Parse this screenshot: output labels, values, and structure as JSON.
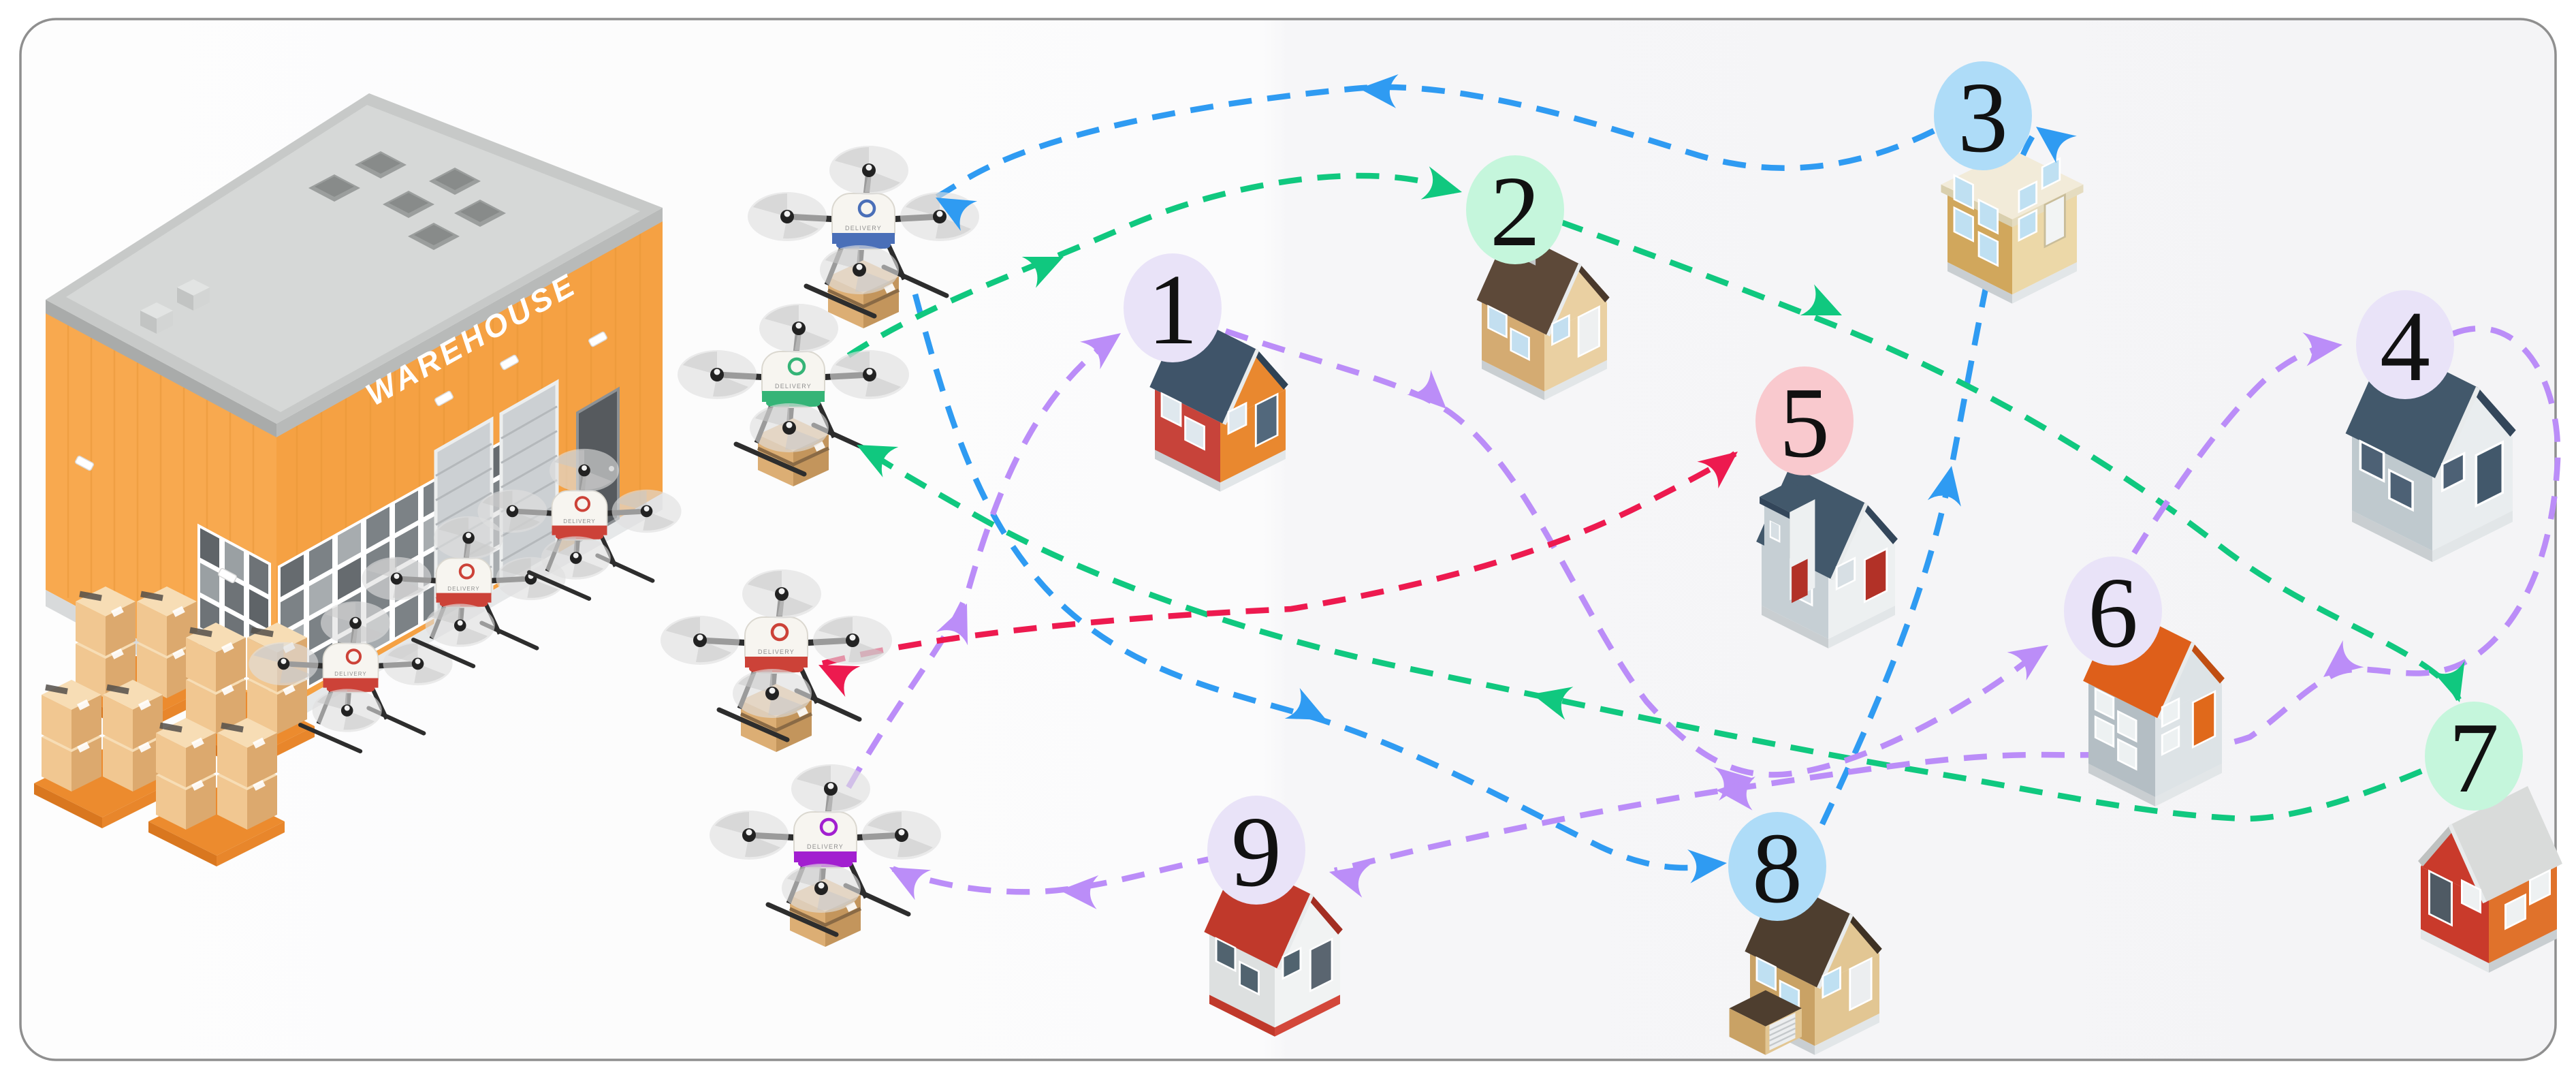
{
  "scene": {
    "description": "Drone delivery routing illustration",
    "background": "#fafafa",
    "panel_border_color": "#8f8f8f"
  },
  "warehouse": {
    "label": "WAREHOUSE",
    "wall_color": "#f6a348",
    "roof_color": "#c7c9c8"
  },
  "drone_label": "DELIVERY",
  "depot": {
    "waiting_drones": 3,
    "pallet_stacks": 4
  },
  "houses": [
    {
      "id": 1,
      "number": "1",
      "badge_color": "#e9e3f8",
      "palette": {
        "wallL": "#c7433a",
        "wallR": "#e9882f",
        "roof": "#3f5469",
        "roof2": "#2f4254",
        "door": "#52687c",
        "win": "#dfe8ee"
      }
    },
    {
      "id": 2,
      "number": "2",
      "badge_color": "#c5f6dc",
      "palette": {
        "wallL": "#d4ab72",
        "wallR": "#ead0a2",
        "roof": "#5d4939",
        "roof2": "#4a392c",
        "door": "#eef0f1",
        "win": "#c3dff0"
      }
    },
    {
      "id": 3,
      "number": "3",
      "badge_color": "#aedcf8",
      "palette": {
        "wallL": "#d1a75c",
        "wallR": "#ecd8a8",
        "roof": "#f2ebd9",
        "roof2": "#d9cfae",
        "door": "#f2f4f4",
        "win": "#bfe0f2"
      }
    },
    {
      "id": 4,
      "number": "4",
      "badge_color": "#e9e3f8",
      "palette": {
        "wallL": "#bfc9ce",
        "wallR": "#e9edef",
        "roof": "#42586b",
        "roof2": "#33465a",
        "door": "#42586b",
        "win": "#4d6175"
      }
    },
    {
      "id": 5,
      "number": "5",
      "badge_color": "#f9c9ce",
      "palette": {
        "wallL": "#c6cfd4",
        "wallR": "#edf0f1",
        "roof": "#42586b",
        "roof2": "#33465a",
        "door": "#b23127",
        "win": "#d7dfe4"
      }
    },
    {
      "id": 6,
      "number": "6",
      "badge_color": "#e9e3f8",
      "palette": {
        "wallL": "#b4bec4",
        "wallR": "#dde3e6",
        "roof": "#de5f1a",
        "roof2": "#c04e12",
        "door": "#e0691b",
        "win": "#edf1f2"
      }
    },
    {
      "id": 7,
      "number": "7",
      "badge_color": "#c5f6dc",
      "palette": {
        "wallL": "#e0722b",
        "wallR": "#c93a2b",
        "roof": "#d9dbda",
        "roof2": "#bfc2c1",
        "door": "#4f5a64",
        "win": "#eef1f2"
      }
    },
    {
      "id": 8,
      "number": "8",
      "badge_color": "#aedcf8",
      "palette": {
        "wallL": "#c9a265",
        "wallR": "#e2c693",
        "roof": "#4e3e2f",
        "roof2": "#3e3124",
        "door": "#eceef0",
        "win": "#bfe0f2"
      }
    },
    {
      "id": 9,
      "number": "9",
      "badge_color": "#e9e3f8",
      "palette": {
        "wallL": "#dde0e0",
        "wallR": "#f1f3f3",
        "roof": "#c0392b",
        "roof2": "#a32e22",
        "door": "#5a6570",
        "win": "#51636f"
      }
    }
  ],
  "drones": [
    {
      "id": "drone-blue",
      "stripe": "#4a6fb8",
      "package": true
    },
    {
      "id": "drone-green",
      "stripe": "#35b477",
      "package": true
    },
    {
      "id": "drone-red",
      "stripe": "#cc4238",
      "package": true
    },
    {
      "id": "drone-purple",
      "stripe": "#a21fd0",
      "package": true
    },
    {
      "id": "drone-queue-1",
      "stripe": "#cc4238",
      "package": false
    },
    {
      "id": "drone-queue-2",
      "stripe": "#cc4238",
      "package": false
    },
    {
      "id": "drone-queue-3",
      "stripe": "#cc4238",
      "package": false
    }
  ],
  "routes": [
    {
      "id": "route-blue",
      "color": "#2f9bf2",
      "drone": "drone-blue",
      "stops": [
        "8",
        "3"
      ]
    },
    {
      "id": "route-green",
      "color": "#10c87f",
      "drone": "drone-green",
      "stops": [
        "2",
        "7"
      ]
    },
    {
      "id": "route-purple",
      "color": "#bb8df8",
      "drone": "drone-purple",
      "stops": [
        "1",
        "6",
        "4",
        "9"
      ]
    },
    {
      "id": "route-red",
      "color": "#ed1a4f",
      "drone": "drone-red",
      "stops": [
        "5"
      ]
    }
  ],
  "boxes": {
    "cardboard": "#f1c791",
    "cardboard_dark": "#dca96e",
    "pallet": "#ec8b2e"
  }
}
